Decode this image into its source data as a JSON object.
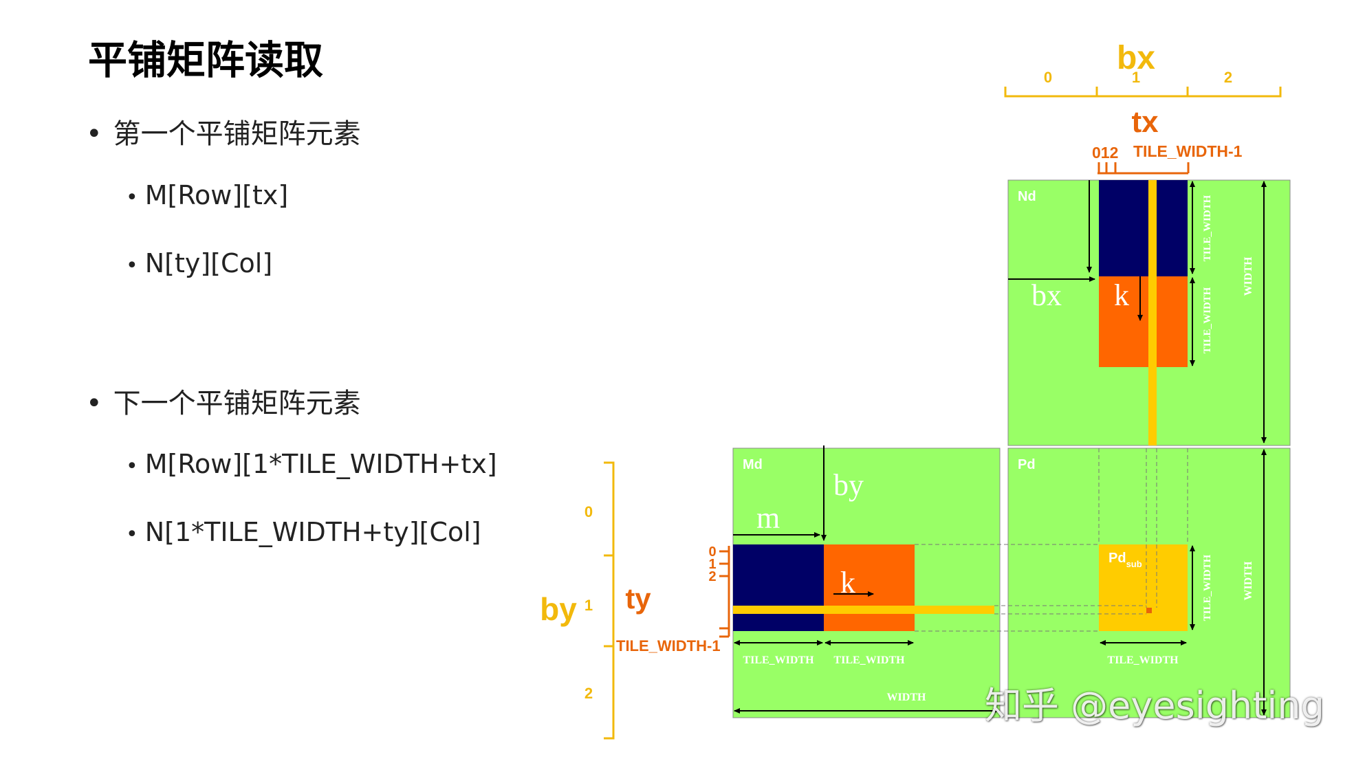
{
  "title": "平铺矩阵读取",
  "bullets": [
    {
      "label": "第一个平铺矩阵元素",
      "items": [
        "M[Row][tx]",
        "N[ty][Col]"
      ]
    },
    {
      "label": "下一个平铺矩阵元素",
      "items": [
        "M[Row][1*TILE_WIDTH+tx]",
        "N[1*TILE_WIDTH+ty][Col]"
      ]
    }
  ],
  "diagram": {
    "bx_label": "bx",
    "bx_ticks": [
      "0",
      "1",
      "2"
    ],
    "tx_label": "tx",
    "tx_ticks": "012",
    "tx_end": "TILE_WIDTH-1",
    "nd_label": "Nd",
    "md_label": "Md",
    "pd_label": "Pd",
    "pdsub_label": "Pd",
    "pdsub_sub": "sub",
    "nd_bx": "bx",
    "nd_k": "k",
    "md_by": "by",
    "md_m": "m",
    "md_k": "k",
    "by_label": "by",
    "by_ticks": [
      "0",
      "1",
      "2"
    ],
    "ty_label": "ty",
    "ty_ticks": [
      "0",
      "1",
      "2"
    ],
    "ty_end": "TILE_WIDTH-1",
    "tile_width": "TILE_WIDTH",
    "width": "WIDTH",
    "colors": {
      "matrix": "#99ff66",
      "tile_dark": "#000066",
      "tile_orange": "#ff6600",
      "highlight": "#ffcc00",
      "axis_yellow": "#f2b90c",
      "axis_orange": "#e8650a"
    }
  },
  "watermark": "知乎 @eyesighting"
}
